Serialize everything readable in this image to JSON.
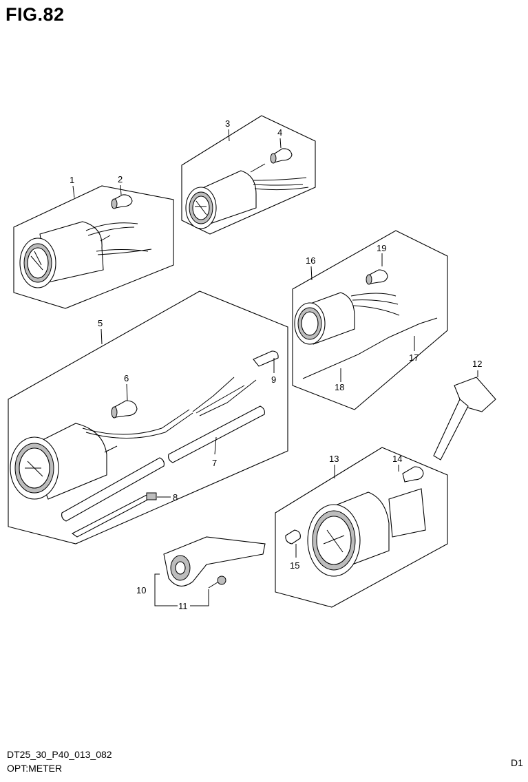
{
  "figure_title": "FIG.82",
  "footer": {
    "code": "DT25_30_P40_013_082",
    "title": "OPT:METER",
    "page_id": "D1"
  },
  "callouts": [
    "1",
    "2",
    "3",
    "4",
    "5",
    "6",
    "7",
    "8",
    "9",
    "10",
    "11",
    "12",
    "13",
    "14",
    "15",
    "16",
    "17",
    "18",
    "19"
  ]
}
